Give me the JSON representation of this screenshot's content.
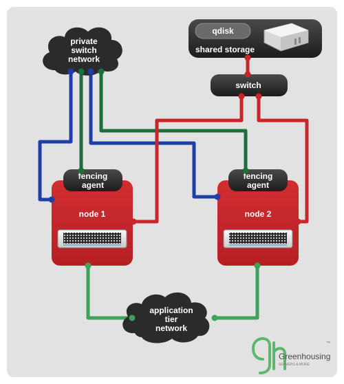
{
  "labels": {
    "private_network": [
      "private",
      "switch",
      "network"
    ],
    "qdisk": "qdisk",
    "shared_storage": "shared storage",
    "switch": "switch",
    "fencing_agent_1": [
      "fencing",
      "agent"
    ],
    "fencing_agent_2": [
      "fencing",
      "agent"
    ],
    "node1": "node 1",
    "node2": "node 2",
    "app_network": [
      "application",
      "tier",
      "network"
    ]
  },
  "logo": {
    "brand": "Greenhousing",
    "tagline": "SERVERS & MORE"
  },
  "colors": {
    "background": "#e2e2e2",
    "cloud": "#2b2b2b",
    "node_red": "#c8262b",
    "wire_red": "#c8262b",
    "wire_blue": "#1f3ea8",
    "wire_green": "#1e6e3c",
    "wire_lightgreen": "#3fa25a",
    "logo_green": "#5bb86a"
  }
}
